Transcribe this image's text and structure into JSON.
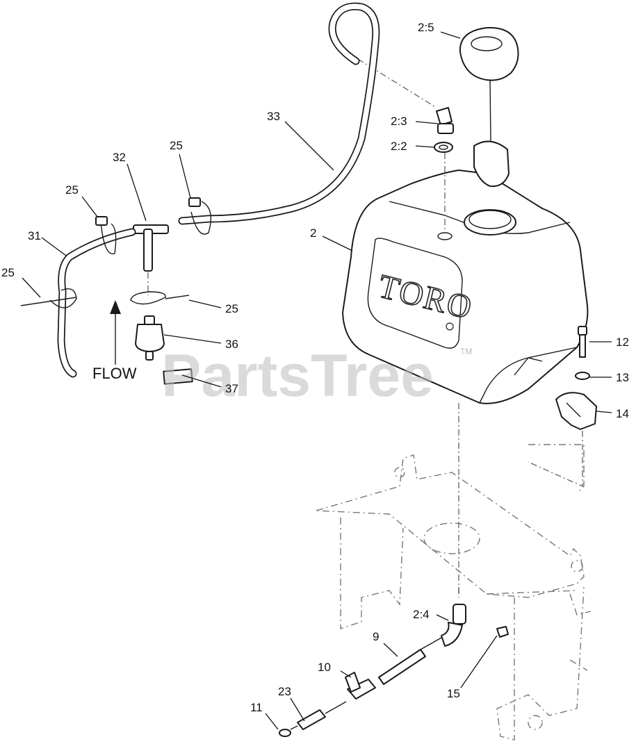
{
  "diagram": {
    "watermark": "PartsTree",
    "watermark_tm": "TM",
    "brand_logo": "TORO",
    "flow_label": "FLOW",
    "labels": {
      "fuel_cap": "2:5",
      "vent_fitting": "2:3",
      "grommet": "2:2",
      "fuel_tank": "2",
      "vent_hose": "33",
      "tee_fitting": "32",
      "cable_tie_upper": "25",
      "cable_tie_left": "25",
      "fuel_hose_left": "31",
      "cable_tie_far_left": "25",
      "cable_tie_filter": "25",
      "fuel_filter": "36",
      "decal": "37",
      "bolt": "12",
      "washer": "13",
      "tank_bracket": "14",
      "elbow_fitting": "2:4",
      "fuel_hose_lower": "9",
      "shutoff_valve": "10",
      "hose_short": "23",
      "hose_clamp": "11",
      "nut": "15"
    }
  }
}
